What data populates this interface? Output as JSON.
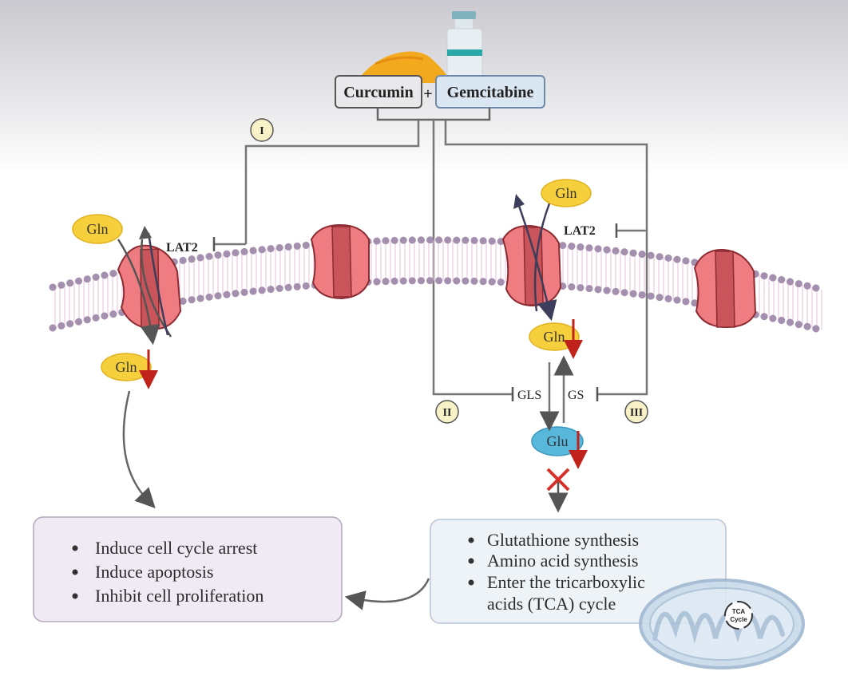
{
  "drugs": {
    "curcumin": "Curcumin",
    "plus": "+",
    "gemcitabine": "Gemcitabine"
  },
  "pathways": {
    "p1": "I",
    "p2": "II",
    "p3": "III"
  },
  "transporter": {
    "left_label": "LAT2",
    "right_label": "LAT2"
  },
  "metabolites": {
    "gln": "Gln",
    "glu": "Glu"
  },
  "enzymes": {
    "gls": "GLS",
    "gs": "GS"
  },
  "outcomes_left": {
    "items": [
      "Induce cell cycle arrest",
      "Induce apoptosis",
      "Inhibit cell proliferation"
    ]
  },
  "outcomes_right": {
    "items": [
      "Glutathione synthesis",
      "Amino acid synthesis",
      "Enter the tricarboxylic",
      "acids (TCA) cycle"
    ]
  },
  "mitochondria": {
    "tca_line1": "TCA",
    "tca_line2": "Cycle"
  },
  "colors": {
    "transporter_fill": "#ef7c80",
    "transporter_core": "#c9545a",
    "gln_fill": "#f6cf3c",
    "glu_fill": "#58b8dc",
    "down_arrow": "#c0231c",
    "inhibit_x": "#d7302a",
    "membrane_head": "#a48fae",
    "membrane_tail": "#e7c8dd"
  }
}
